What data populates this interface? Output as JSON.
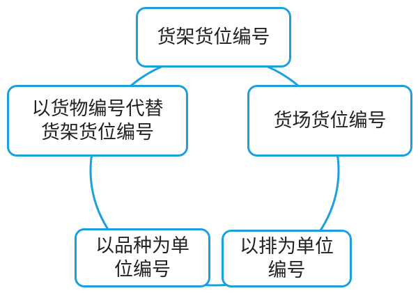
{
  "accent_color": "#1aa0dc",
  "nodes": {
    "top": {
      "line1": "货架货位编号"
    },
    "left": {
      "line1": "以货物编号代替",
      "line2": "货架货位编号"
    },
    "right": {
      "line1": "货场货位编号"
    },
    "bottom_left": {
      "line1": "以品种为单",
      "line2": "位编号"
    },
    "bottom_right": {
      "line1": "以排为单位",
      "line2": "编号"
    }
  }
}
